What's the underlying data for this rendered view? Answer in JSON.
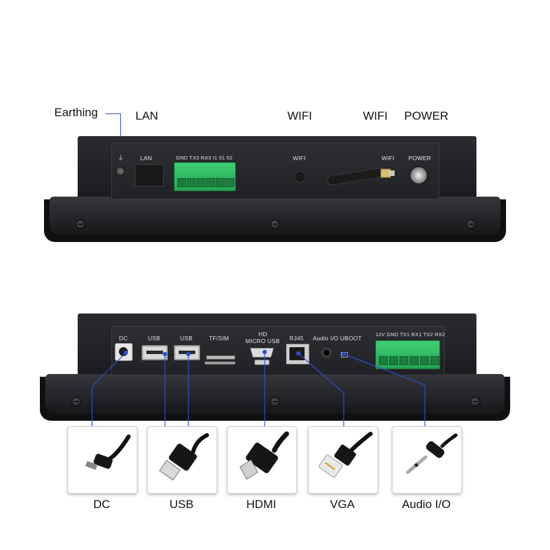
{
  "top_panel": {
    "callouts": {
      "earthing": "Earthing",
      "lan": "LAN",
      "wifi_left": "WIFI",
      "wifi_right": "WIFI",
      "power": "POWER"
    },
    "port_labels": {
      "lan": "LAN",
      "terminal": "GND TX3 RX3 I1 01 02",
      "wifi_left": "WIFI",
      "wifi_right": "WIFI",
      "power": "POWER"
    }
  },
  "bottom_panel": {
    "port_labels": {
      "dc": "DC",
      "usb1": "USB",
      "usb2": "USB",
      "tf_sim": "TF/SIM",
      "hd": "HD",
      "micro_usb": "MICRO USB",
      "rj45": "RJ45",
      "audio_uboot": "Audio I/O UBOOT",
      "terminal": "12V GND TX1 RX1 TX2 RX2"
    }
  },
  "cables": [
    {
      "label": "DC",
      "icon": "dc-plug-icon"
    },
    {
      "label": "USB",
      "icon": "usb-plug-icon"
    },
    {
      "label": "HDMI",
      "icon": "hdmi-plug-icon"
    },
    {
      "label": "VGA",
      "icon": "rj45-plug-icon"
    },
    {
      "label": "Audio I/O",
      "icon": "audio-jack-icon"
    }
  ],
  "colors": {
    "leader_line": "#2c4fd6",
    "terminal_block": "#2fbf66",
    "housing": "#1f2023"
  }
}
